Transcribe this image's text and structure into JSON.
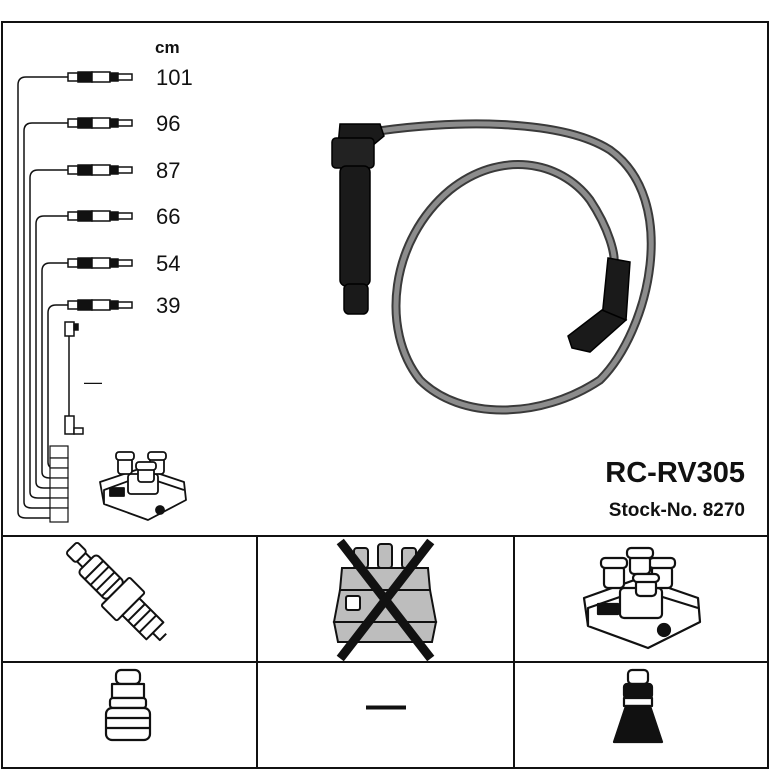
{
  "unit_label": "cm",
  "lengths": [
    "101",
    "96",
    "87",
    "66",
    "54",
    "39"
  ],
  "extra_lead": "—",
  "product": {
    "code": "RC-RV305",
    "stock": "Stock-No. 8270"
  },
  "compat_row": {
    "distributor_dash": "—"
  }
}
